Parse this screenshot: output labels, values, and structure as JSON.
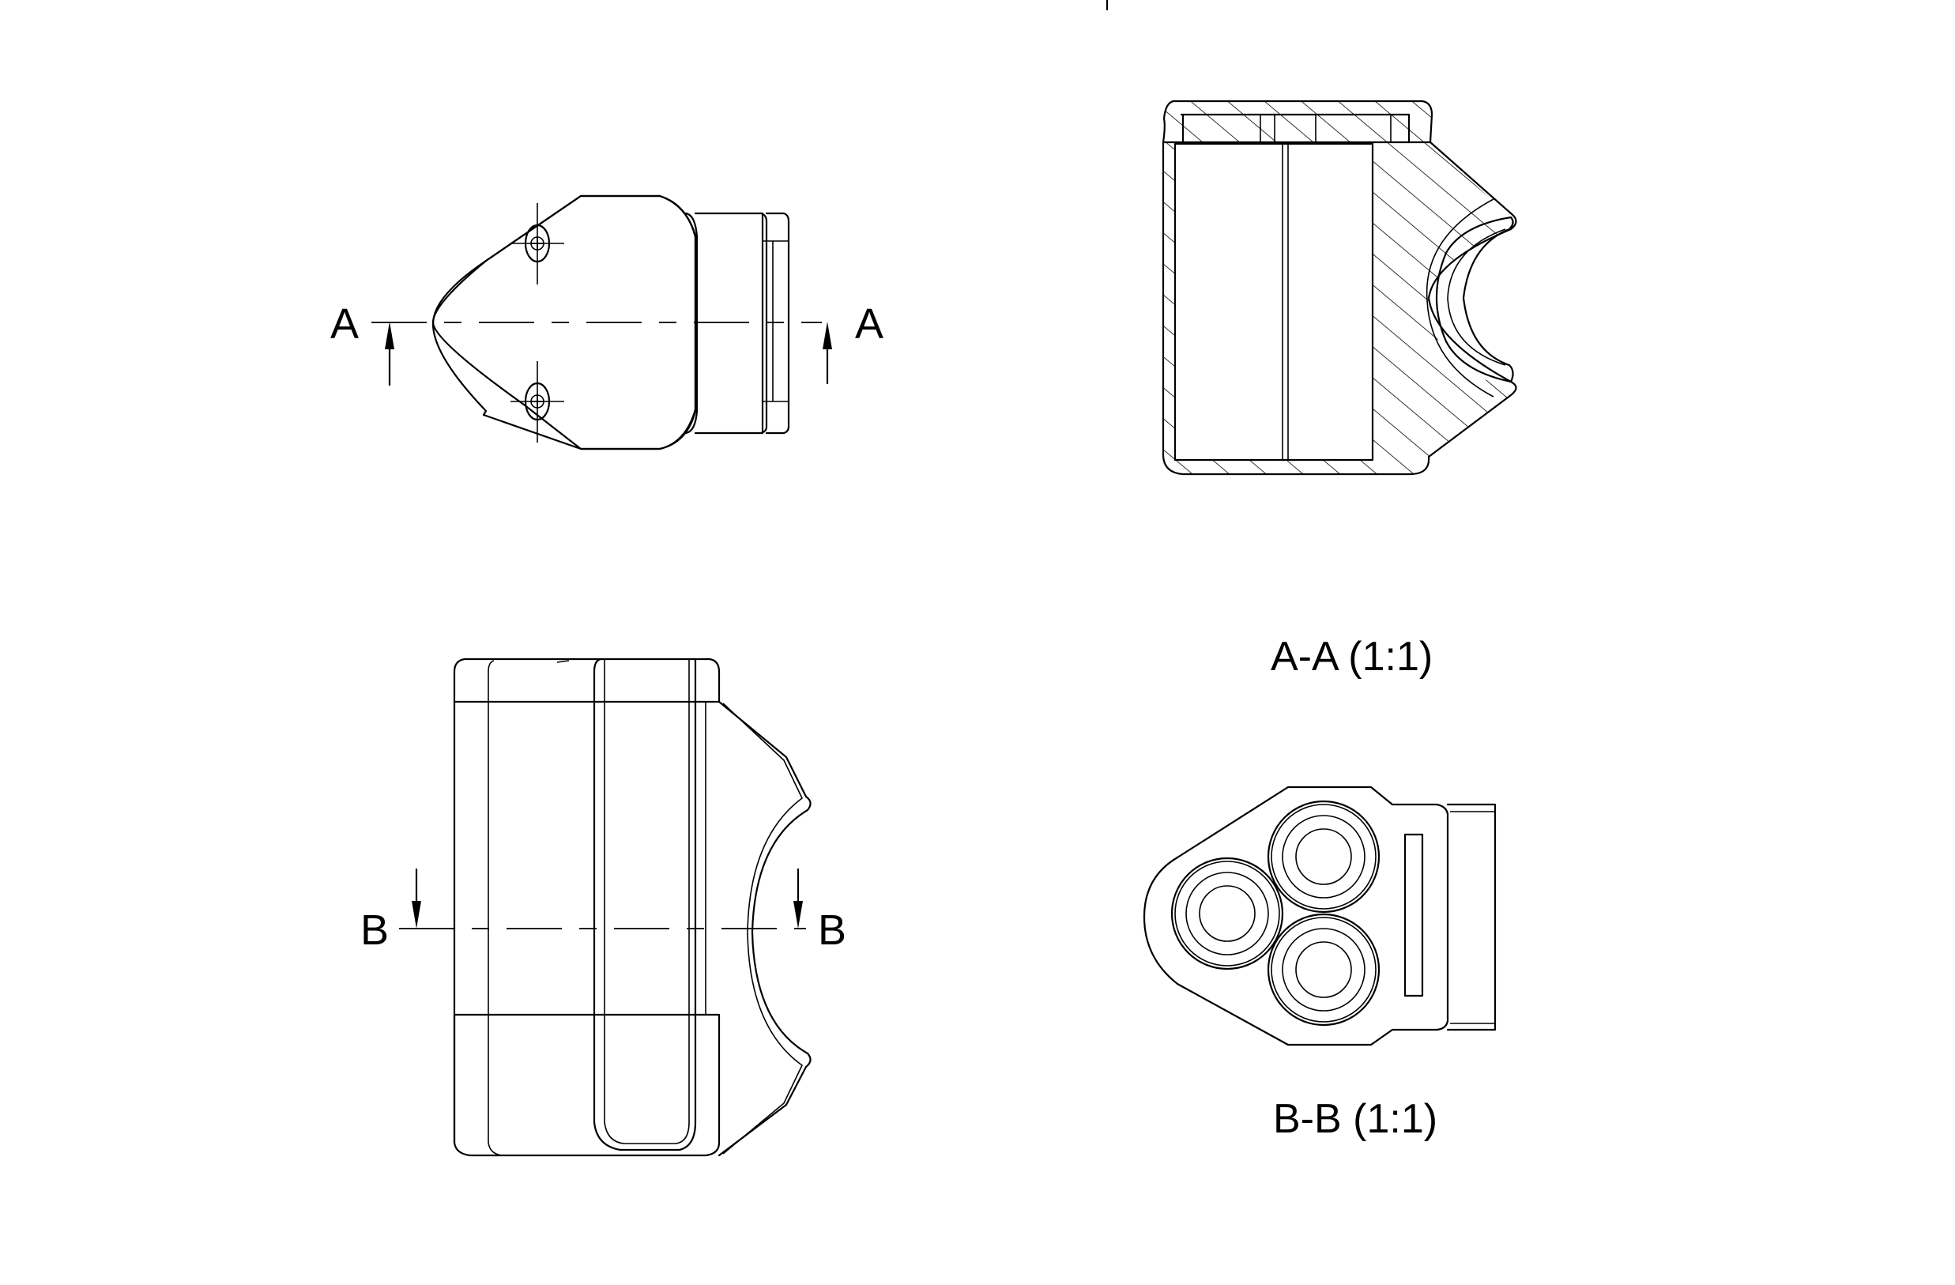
{
  "drawing": {
    "type": "technical-drawing",
    "line_color": "#000000",
    "background": "#ffffff"
  },
  "views": {
    "top_view": {
      "section_letter_left": "A",
      "section_letter_right": "A"
    },
    "front_view": {
      "section_letter_left": "B",
      "section_letter_right": "B"
    },
    "section_a": {
      "title": "A-A (1:1)"
    },
    "section_b": {
      "title": "B-B (1:1)"
    }
  }
}
